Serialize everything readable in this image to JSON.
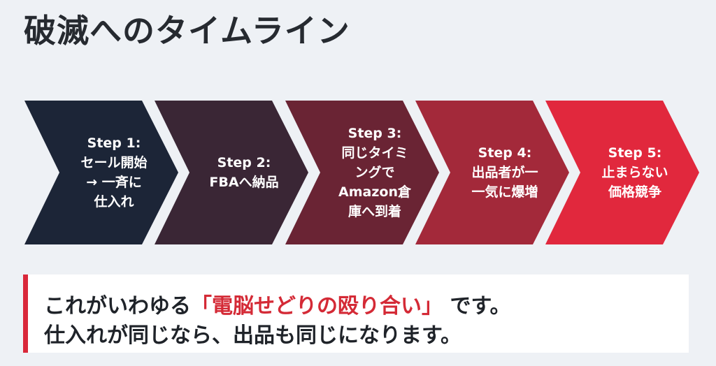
{
  "title": "破滅へのタイムライン",
  "steps": [
    {
      "label": "Step 1:",
      "lines": [
        "セール開始",
        "→ 一斉に",
        "仕入れ"
      ],
      "color": "#1c2537"
    },
    {
      "label": "Step 2:",
      "lines": [
        "FBAへ納品"
      ],
      "color": "#3a2635"
    },
    {
      "label": "Step 3:",
      "lines": [
        "同じタイミ",
        "ングで",
        "Amazon倉",
        "庫へ到着"
      ],
      "color": "#6a2434"
    },
    {
      "label": "Step 4:",
      "lines": [
        "出品者が一",
        "一気に爆増"
      ],
      "color": "#a3293a"
    },
    {
      "label": "Step 5:",
      "lines": [
        "止まらない",
        "価格競争"
      ],
      "color": "#e1283d"
    }
  ],
  "note": {
    "line1_before": "これがいわゆる",
    "line1_highlight": "「電脳せどりの殴り合い」",
    "line1_after": " です。",
    "line2": "仕入れが同じなら、出品も同じになります。",
    "accent_color": "#d9283a"
  }
}
